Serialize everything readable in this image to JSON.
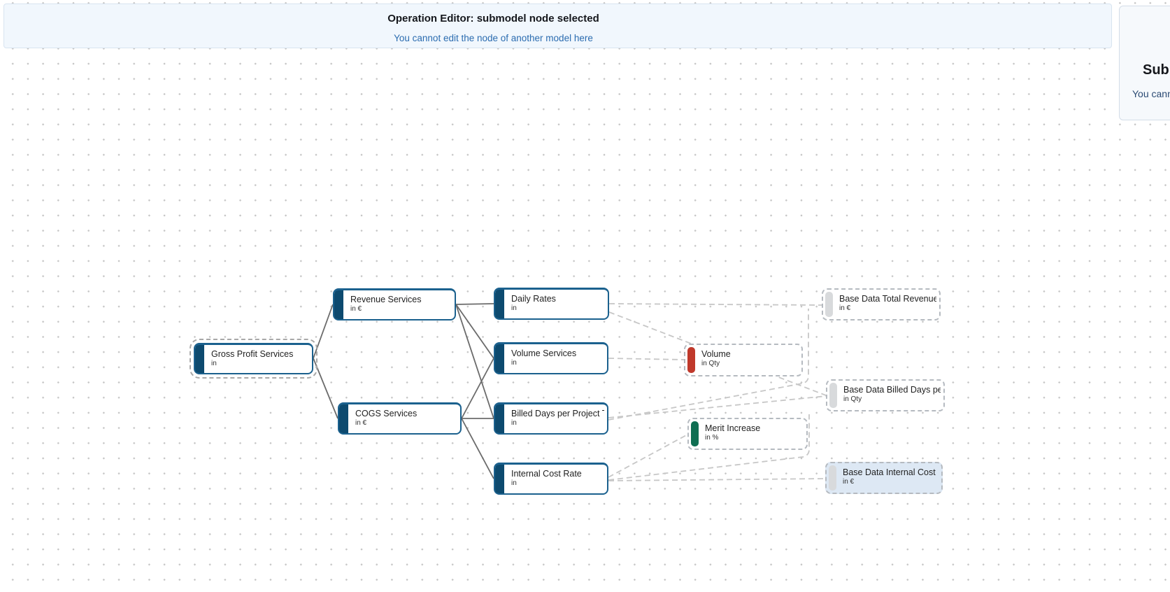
{
  "banner": {
    "title": "Operation Editor: submodel node selected",
    "subtitle": "You cannot edit the node of another model here"
  },
  "side_panel": {
    "title": "Subm",
    "subtitle": "You cann"
  },
  "nodes": [
    {
      "id": "gross-profit-services",
      "title": "Gross Profit Services",
      "subtitle": "in",
      "kind": "solid",
      "selected": true
    },
    {
      "id": "revenue-services",
      "title": "Revenue Services",
      "subtitle": "in €",
      "kind": "solid",
      "selected": false
    },
    {
      "id": "cogs-services",
      "title": "COGS Services",
      "subtitle": "in €",
      "kind": "solid",
      "selected": false
    },
    {
      "id": "daily-rates",
      "title": "Daily Rates",
      "subtitle": "in",
      "kind": "solid",
      "selected": false
    },
    {
      "id": "volume-services",
      "title": "Volume Services",
      "subtitle": "in",
      "kind": "solid",
      "selected": false
    },
    {
      "id": "billed-days-per-project-type",
      "title": "Billed Days per Project Type",
      "subtitle": "in",
      "kind": "solid",
      "selected": false
    },
    {
      "id": "internal-cost-rate",
      "title": "Internal Cost Rate",
      "subtitle": "in",
      "kind": "solid",
      "selected": false
    },
    {
      "id": "volume",
      "title": "Volume",
      "subtitle": "in Qty",
      "kind": "dashed",
      "accent": "#c0392b"
    },
    {
      "id": "merit-increase",
      "title": "Merit Increase",
      "subtitle": "in %",
      "kind": "dashed",
      "accent": "#0f6e52"
    },
    {
      "id": "base-data-total-revenue",
      "title": "Base Data Total Revenue",
      "subtitle": "in €",
      "kind": "dashed",
      "accent": "#d8dadc"
    },
    {
      "id": "base-data-billed-days",
      "title": "Base Data Billed Days per Pr...",
      "subtitle": "in Qty",
      "kind": "dashed",
      "accent": "#d8dadc"
    },
    {
      "id": "base-data-internal-cost-rate",
      "title": "Base Data Internal Cost Rate",
      "subtitle": "in €",
      "kind": "dashed",
      "accent": "#d8dadc"
    }
  ],
  "edges": {
    "solid": [
      [
        "gross-profit-services",
        "revenue-services"
      ],
      [
        "gross-profit-services",
        "cogs-services"
      ],
      [
        "revenue-services",
        "daily-rates"
      ],
      [
        "revenue-services",
        "volume-services"
      ],
      [
        "revenue-services",
        "billed-days-per-project-type"
      ],
      [
        "cogs-services",
        "volume-services"
      ],
      [
        "cogs-services",
        "billed-days-per-project-type"
      ],
      [
        "cogs-services",
        "internal-cost-rate"
      ]
    ],
    "dashed": [
      [
        "daily-rates",
        "base-data-total-revenue"
      ],
      [
        "daily-rates",
        "volume"
      ],
      [
        "volume-services",
        "volume"
      ],
      [
        "billed-days-per-project-type",
        "base-data-billed-days"
      ],
      [
        "billed-days-per-project-type",
        "base-data-total-revenue"
      ],
      [
        "internal-cost-rate",
        "merit-increase"
      ],
      [
        "internal-cost-rate",
        "base-data-billed-days"
      ],
      [
        "internal-cost-rate",
        "base-data-internal-cost-rate"
      ]
    ]
  },
  "colors": {
    "node_border": "#1b618e",
    "node_accent": "#0d4a6f",
    "accent_red": "#c0392b",
    "accent_green": "#0f6e52",
    "accent_grey": "#d8dadc",
    "edge_solid": "#6b6b6b",
    "edge_dashed": "#c7c7c7",
    "banner_bg": "#f1f7fd",
    "banner_link": "#2b6cb0",
    "grid_dot": "#c5c5c5",
    "base_data_selected_bg": "#dde8f4"
  }
}
